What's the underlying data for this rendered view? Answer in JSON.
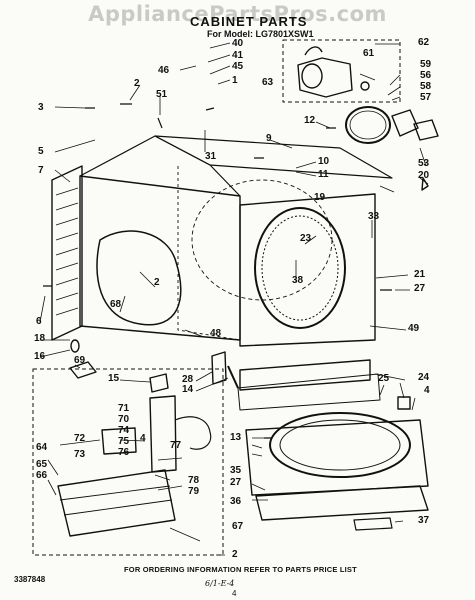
{
  "watermark": "AppliancePartsPros.com",
  "title": "CABINET PARTS",
  "model": "For Model: LG7801XSW1",
  "footer_note": "FOR ORDERING INFORMATION REFER TO PARTS PRICE LIST",
  "doc_number": "3387848",
  "page_number": "4",
  "handwritten_note": "6/1-E-4",
  "callouts": [
    "40",
    "41",
    "45",
    "46",
    "1",
    "63",
    "61",
    "62",
    "59",
    "56",
    "58",
    "57",
    "2",
    "51",
    "3",
    "5",
    "7",
    "31",
    "12",
    "9",
    "10",
    "11",
    "19",
    "53",
    "20",
    "33",
    "21",
    "27",
    "23",
    "38",
    "2",
    "68",
    "6",
    "18",
    "16",
    "69",
    "15",
    "48",
    "28",
    "14",
    "49",
    "25",
    "24",
    "4",
    "72",
    "71",
    "70",
    "74",
    "75",
    "76",
    "73",
    "77",
    "78",
    "79",
    "64",
    "65",
    "66",
    "13",
    "35",
    "27",
    "36",
    "37",
    "67",
    "2",
    "4"
  ]
}
